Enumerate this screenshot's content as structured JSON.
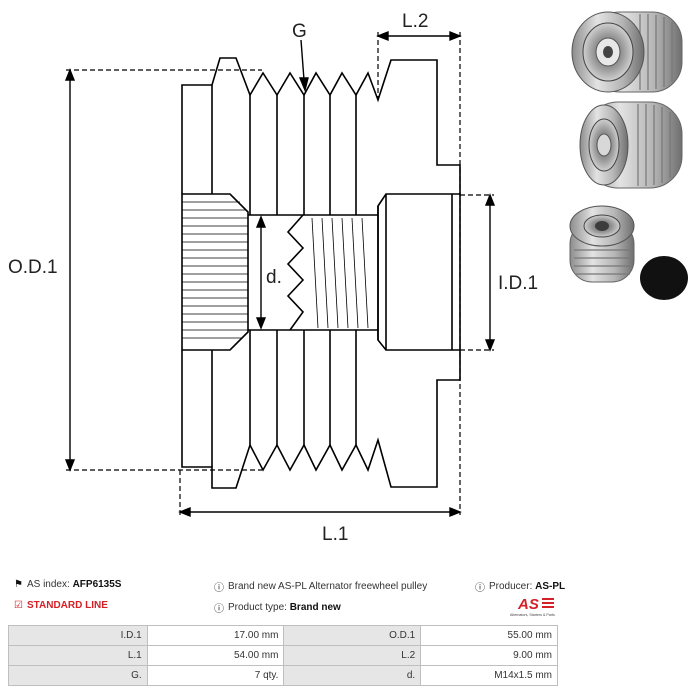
{
  "drawing": {
    "label_g": "G",
    "label_l2": "L.2",
    "label_od1": "O.D.1",
    "label_id1": "I.D.1",
    "label_d": "d.",
    "label_l1": "L.1"
  },
  "info": {
    "as_index_label": "AS index:",
    "as_index_value": "AFP6135S",
    "standard_line": "STANDARD LINE",
    "description": "Brand new AS-PL Alternator freewheel pulley",
    "product_type_label": "Product type:",
    "product_type_value": "Brand new",
    "producer_label": "Producer:",
    "producer_value": "AS-PL"
  },
  "logo": {
    "text": "AS",
    "tagline": "Alternators, Starters & Parts",
    "color": "#d42027"
  },
  "specs": [
    {
      "label1": "I.D.1",
      "value1": "17.00 mm",
      "label2": "O.D.1",
      "value2": "55.00 mm"
    },
    {
      "label1": "L.1",
      "value1": "54.00 mm",
      "label2": "L.2",
      "value2": "9.00 mm"
    },
    {
      "label1": "G.",
      "value1": "7 qty.",
      "label2": "d.",
      "value2": "M14x1.5 mm"
    }
  ],
  "icons": {
    "as_index": "tags-icon",
    "standard_line": "check-square-icon",
    "description": "info-circle-icon",
    "product_type": "info-circle-icon",
    "producer": "info-circle-icon"
  }
}
